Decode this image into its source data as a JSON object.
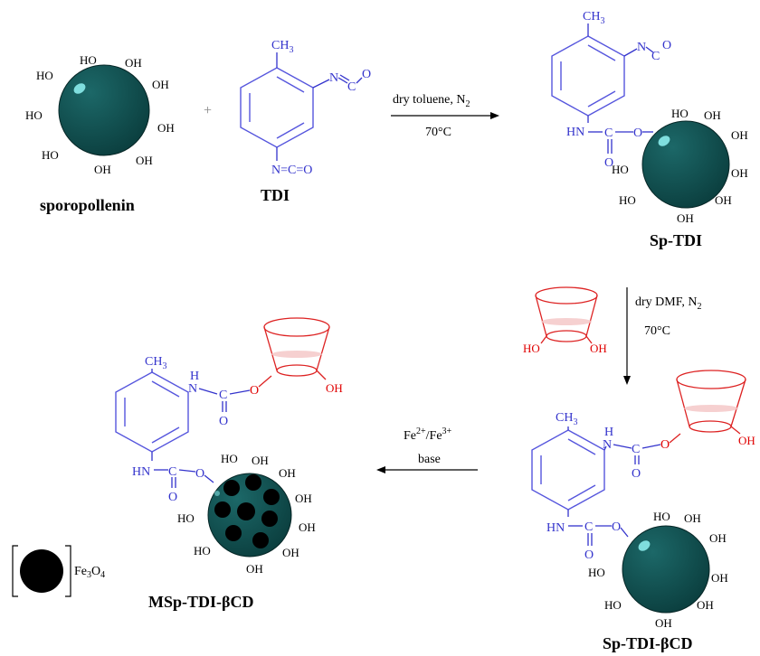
{
  "labels": {
    "sporopollenin": "sporopollenin",
    "tdi": "TDI",
    "sp_tdi": "Sp-TDI",
    "sp_tdi_bcd": "Sp-TDI-βCD",
    "msp_tdi_bcd": "MSp-TDI-βCD"
  },
  "plus": "+",
  "conditions": {
    "step1_top": "dry toluene, N",
    "step1_sub": "2",
    "step1_temp": "70°C",
    "step2_top": "dry DMF, N",
    "step2_sub": "2",
    "step2_temp": "70°C",
    "step3_fe": "Fe",
    "step3_fe2": "2+",
    "step3_sep": "/Fe",
    "step3_fe3": "3+",
    "step3_base": "base"
  },
  "groups": {
    "oh": "OH",
    "ho": "HO",
    "ch3": "CH",
    "ch3_sub": "3",
    "nco_n": "N",
    "nco_c": "C",
    "nco_o": "O",
    "nco_full": "N=C=O",
    "hn": "HN",
    "h": "H",
    "n": "N",
    "c": "C",
    "o": "O"
  },
  "legend": {
    "fe3o4": "Fe",
    "fe3o4_sub1": "3",
    "fe3o4_o": "O",
    "fe3o4_sub2": "4"
  },
  "colors": {
    "sphere": "#0d4747",
    "highlight": "#7fdede",
    "molecule": "#3333cc",
    "cyclodextrin": "#e00000",
    "nanoparticle": "#000000"
  }
}
